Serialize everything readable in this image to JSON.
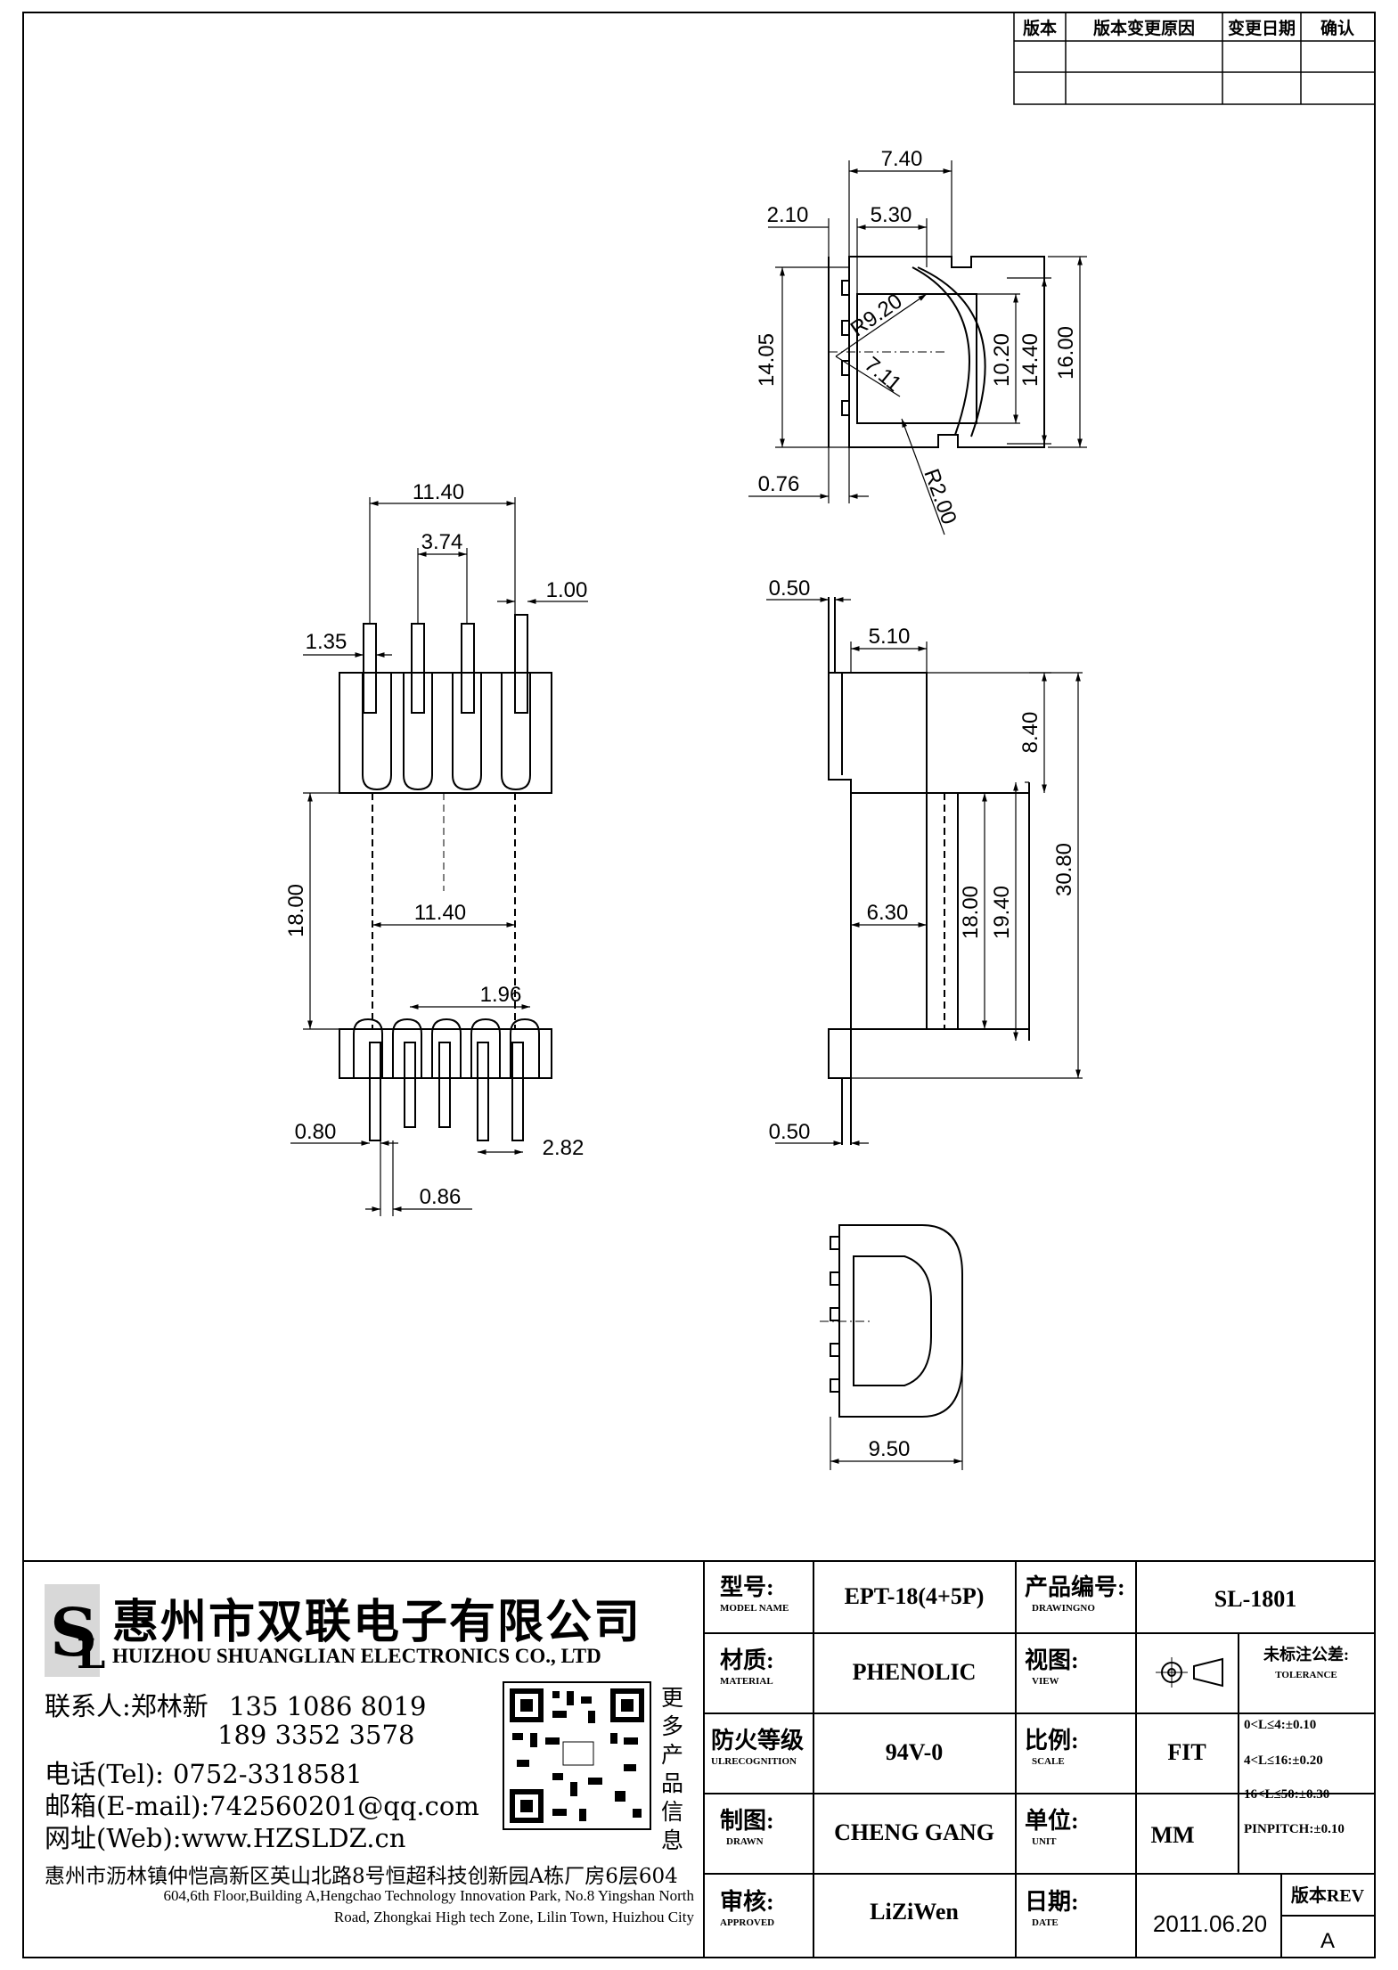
{
  "revision_table": {
    "headers": [
      "版本",
      "版本变更原因",
      "变更日期",
      "确认"
    ]
  },
  "views": {
    "top": {
      "dims": [
        "7.40",
        "2.10",
        "5.30",
        "14.05",
        "R9.20",
        "7.11",
        "10.20",
        "14.40",
        "16.00",
        "R2.00",
        "0.76"
      ]
    },
    "front": {
      "dims": [
        "11.40",
        "3.74",
        "1.00",
        "1.35",
        "18.00",
        "11.40",
        "1.96",
        "0.80",
        "2.82",
        "0.86"
      ]
    },
    "side": {
      "dims": [
        "0.50",
        "5.10",
        "8.40",
        "6.30",
        "18.00",
        "19.40",
        "30.80",
        "0.50"
      ]
    },
    "bottom": {
      "dims": [
        "9.50"
      ]
    }
  },
  "company": {
    "name_cn": "惠州市双联电子有限公司",
    "name_en": "HUIZHOU SHUANGLIAN ELECTRONICS CO., LTD",
    "contact_label": "联系人:",
    "contact_name": "郑林新",
    "phone1": "135 1086 8019",
    "phone2": "189 3352 3578",
    "tel_label": "电话(Tel):",
    "tel": "0752-3318581",
    "email_label": "邮箱(E-mail):",
    "email": "742560201@qq.com",
    "web_label": "网址(Web):",
    "web": "www.HZSLDZ.cn",
    "qr_caption": "更多产品信息",
    "address_cn": "惠州市沥林镇仲恺高新区英山北路8号恒超科技创新园A栋厂房6层604",
    "address_en_1": "604,6th Floor,Building A,Hengchao Technology Innovation Park, No.8 Yingshan North",
    "address_en_2": "Road, Zhongkai High tech Zone, Lilin Town, Huizhou City"
  },
  "title_block": {
    "model_label": "型号:",
    "model_label_en": "MODEL NAME",
    "model": "EPT-18(4+5P)",
    "drawing_no_label": "产品编号:",
    "drawing_no_label_en": "DRAWINGNO",
    "drawing_no": "SL-1801",
    "material_label": "材质:",
    "material_label_en": "MATERIAL",
    "material": "PHENOLIC",
    "view_label": "视图:",
    "view_label_en": "VIEW",
    "tolerance_label": "未标注公差:",
    "tolerance_label_en": "TOLERANCE",
    "tolerances": [
      "0<L≤4:±0.10",
      "4<L≤16:±0.20",
      "16<L≤50:±0.30",
      "PINPITCH:±0.10"
    ],
    "fire_label": "防火等级",
    "fire_label_en": "ULRECOGNITION",
    "fire": "94V-0",
    "scale_label": "比例:",
    "scale_label_en": "SCALE",
    "scale": "FIT",
    "drawn_label": "制图:",
    "drawn_label_en": "DRAWN",
    "drawn": "CHENG GANG",
    "unit_label": "单位:",
    "unit_label_en": "UNIT",
    "unit": "MM",
    "approved_label": "审核:",
    "approved_label_en": "APPROVED",
    "approved": "LiZiWen",
    "date_label": "日期:",
    "date_label_en": "DATE",
    "date": "2011.06.20",
    "rev_label": "版本REV",
    "rev": "A"
  }
}
